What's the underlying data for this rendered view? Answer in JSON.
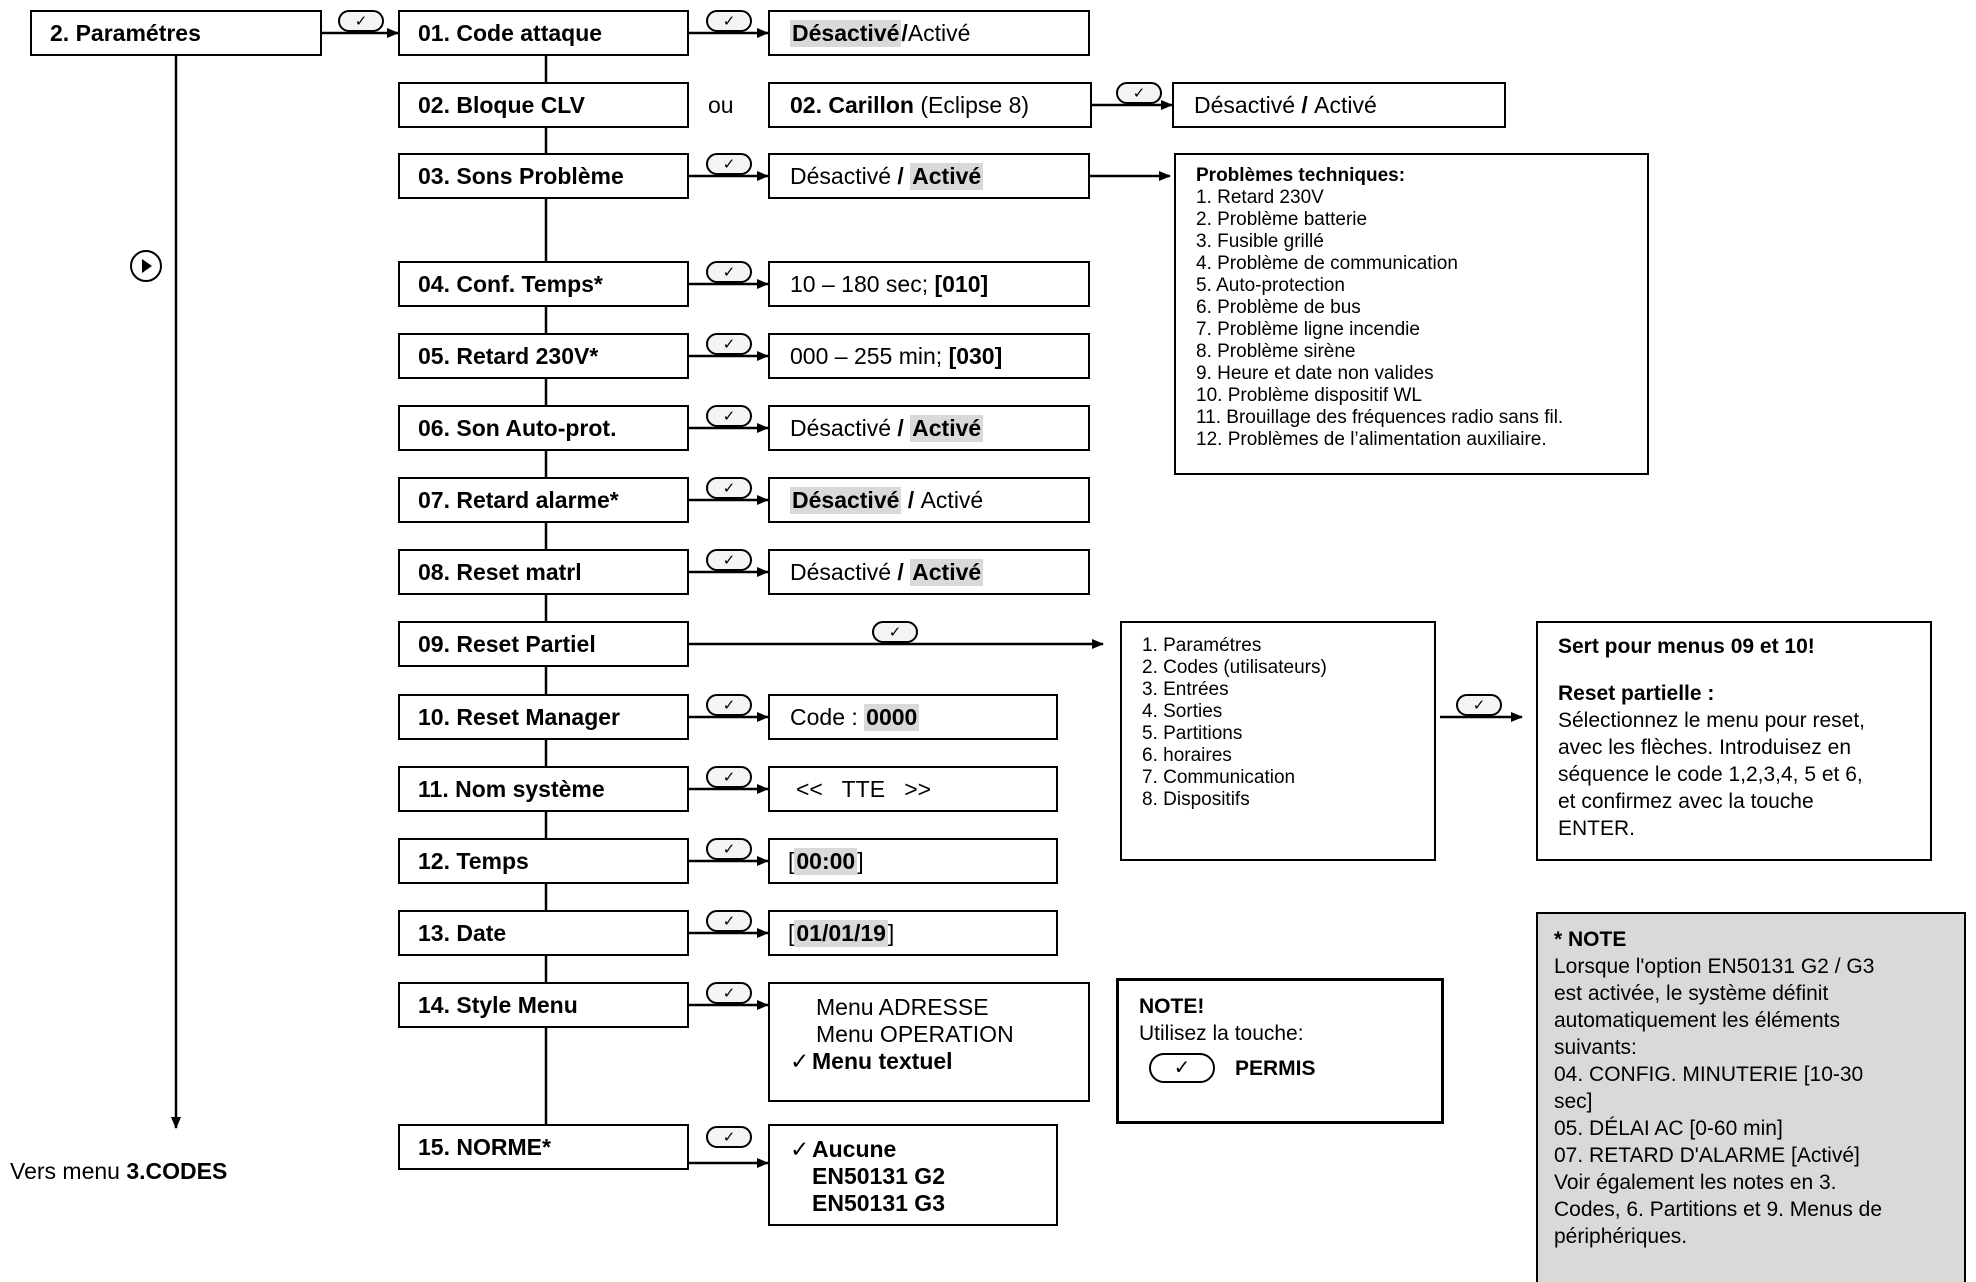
{
  "title": "2. Paramétres",
  "or_label": "ou",
  "bottom_label": {
    "prefix": "Vers menu ",
    "bold": "3.CODES"
  },
  "check_symbol": "✓",
  "confirm_glyph": "✓",
  "items": [
    {
      "label": "01. Code attaque"
    },
    {
      "label": "02. Bloque CLV"
    },
    {
      "label": "03. Sons Problème"
    },
    {
      "label": "04. Conf. Temps*"
    },
    {
      "label": "05. Retard 230V*"
    },
    {
      "label": "06. Son Auto-prot."
    },
    {
      "label": "07. Retard alarme*"
    },
    {
      "label": "08. Reset matrl"
    },
    {
      "label": "09. Reset Partiel"
    },
    {
      "label": "10. Reset Manager"
    },
    {
      "label": "11. Nom système"
    },
    {
      "label": "12. Temps"
    },
    {
      "label": "13. Date"
    },
    {
      "label": "14. Style Menu"
    },
    {
      "label": "15. NORME*"
    }
  ],
  "options": {
    "o01": {
      "a": "Désactivé",
      "sep": " / ",
      "b": "Activé"
    },
    "carillon": {
      "bold": "02. Carillon",
      "rest": " (Eclipse 8)"
    },
    "o02": {
      "a": "Désactivé",
      "sep": " / ",
      "b": "Activé"
    },
    "o03": {
      "a": "Désactivé",
      "sep": " / ",
      "b": "Activé"
    },
    "o04": {
      "text": "10 – 180 sec; ",
      "bold": "[010]"
    },
    "o05": {
      "text": "000 – 255 min; ",
      "bold": "[030]"
    },
    "o06": {
      "a": "Désactivé",
      "sep": " / ",
      "b": "Activé"
    },
    "o07": {
      "a": "Désactivé",
      "sep": " / ",
      "b": "Activé"
    },
    "o08": {
      "a": "Désactivé",
      "sep": " / ",
      "b": "Activé"
    },
    "o10": {
      "text": "Code : ",
      "bold": "0000"
    },
    "o11": {
      "text": "<<   TTE   >>"
    },
    "o12": {
      "open": "[",
      "bold": "00:00",
      "close": "]"
    },
    "o13": {
      "open": "[",
      "bold": "01/01/19",
      "close": "]"
    },
    "o14": [
      "Menu ADRESSE",
      "Menu OPERATION",
      "Menu textuel"
    ],
    "o15": [
      "Aucune",
      "EN50131 G2",
      "EN50131 G3"
    ]
  },
  "problems": {
    "title": "Problèmes techniques:",
    "items": [
      "1. Retard 230V",
      "2. Problème batterie",
      "3. Fusible grillé",
      "4. Problème de communication",
      "5. Auto-protection",
      "6. Problème de bus",
      "7. Problème ligne incendie",
      "8. Problème sirène",
      "9. Heure et date non valides",
      "10. Problème dispositif WL",
      "11. Brouillage des fréquences radio sans fil.",
      "12. Problèmes de l’alimentation auxiliaire."
    ]
  },
  "reset_list": [
    "1. Paramétres",
    "2. Codes (utilisateurs)",
    "3. Entrées",
    "4. Sorties",
    "5. Partitions",
    "6. horaires",
    "7. Communication",
    "8. Dispositifs"
  ],
  "reset_note": {
    "title": "Sert pour menus 09 et 10!",
    "subtitle": "Reset partielle :",
    "lines": [
      "Sélectionnez le menu pour reset,",
      "avec les flèches. Introduisez en",
      "séquence le code 1,2,3,4, 5 et 6,",
      "et confirmez avec la touche",
      "ENTER."
    ]
  },
  "note_box": {
    "title": "NOTE!",
    "line": "Utilisez la touche:",
    "permis": "PERMIS"
  },
  "star_note": {
    "title": "* NOTE",
    "lines": [
      "Lorsque l'option EN50131 G2 / G3",
      "est activée, le système définit",
      "automatiquement les éléments",
      "suivants:",
      "04. CONFIG. MINUTERIE [10-30",
      "sec]",
      "05. DÉLAI AC [0-60 min]",
      "07. RETARD D'ALARME [Activé]",
      "Voir également les notes en 3.",
      "Codes, 6. Partitions et 9. Menus de",
      "périphériques."
    ]
  },
  "colors": {
    "highlight": "#d9d9d9",
    "note_bg": "#d9d9d9"
  }
}
